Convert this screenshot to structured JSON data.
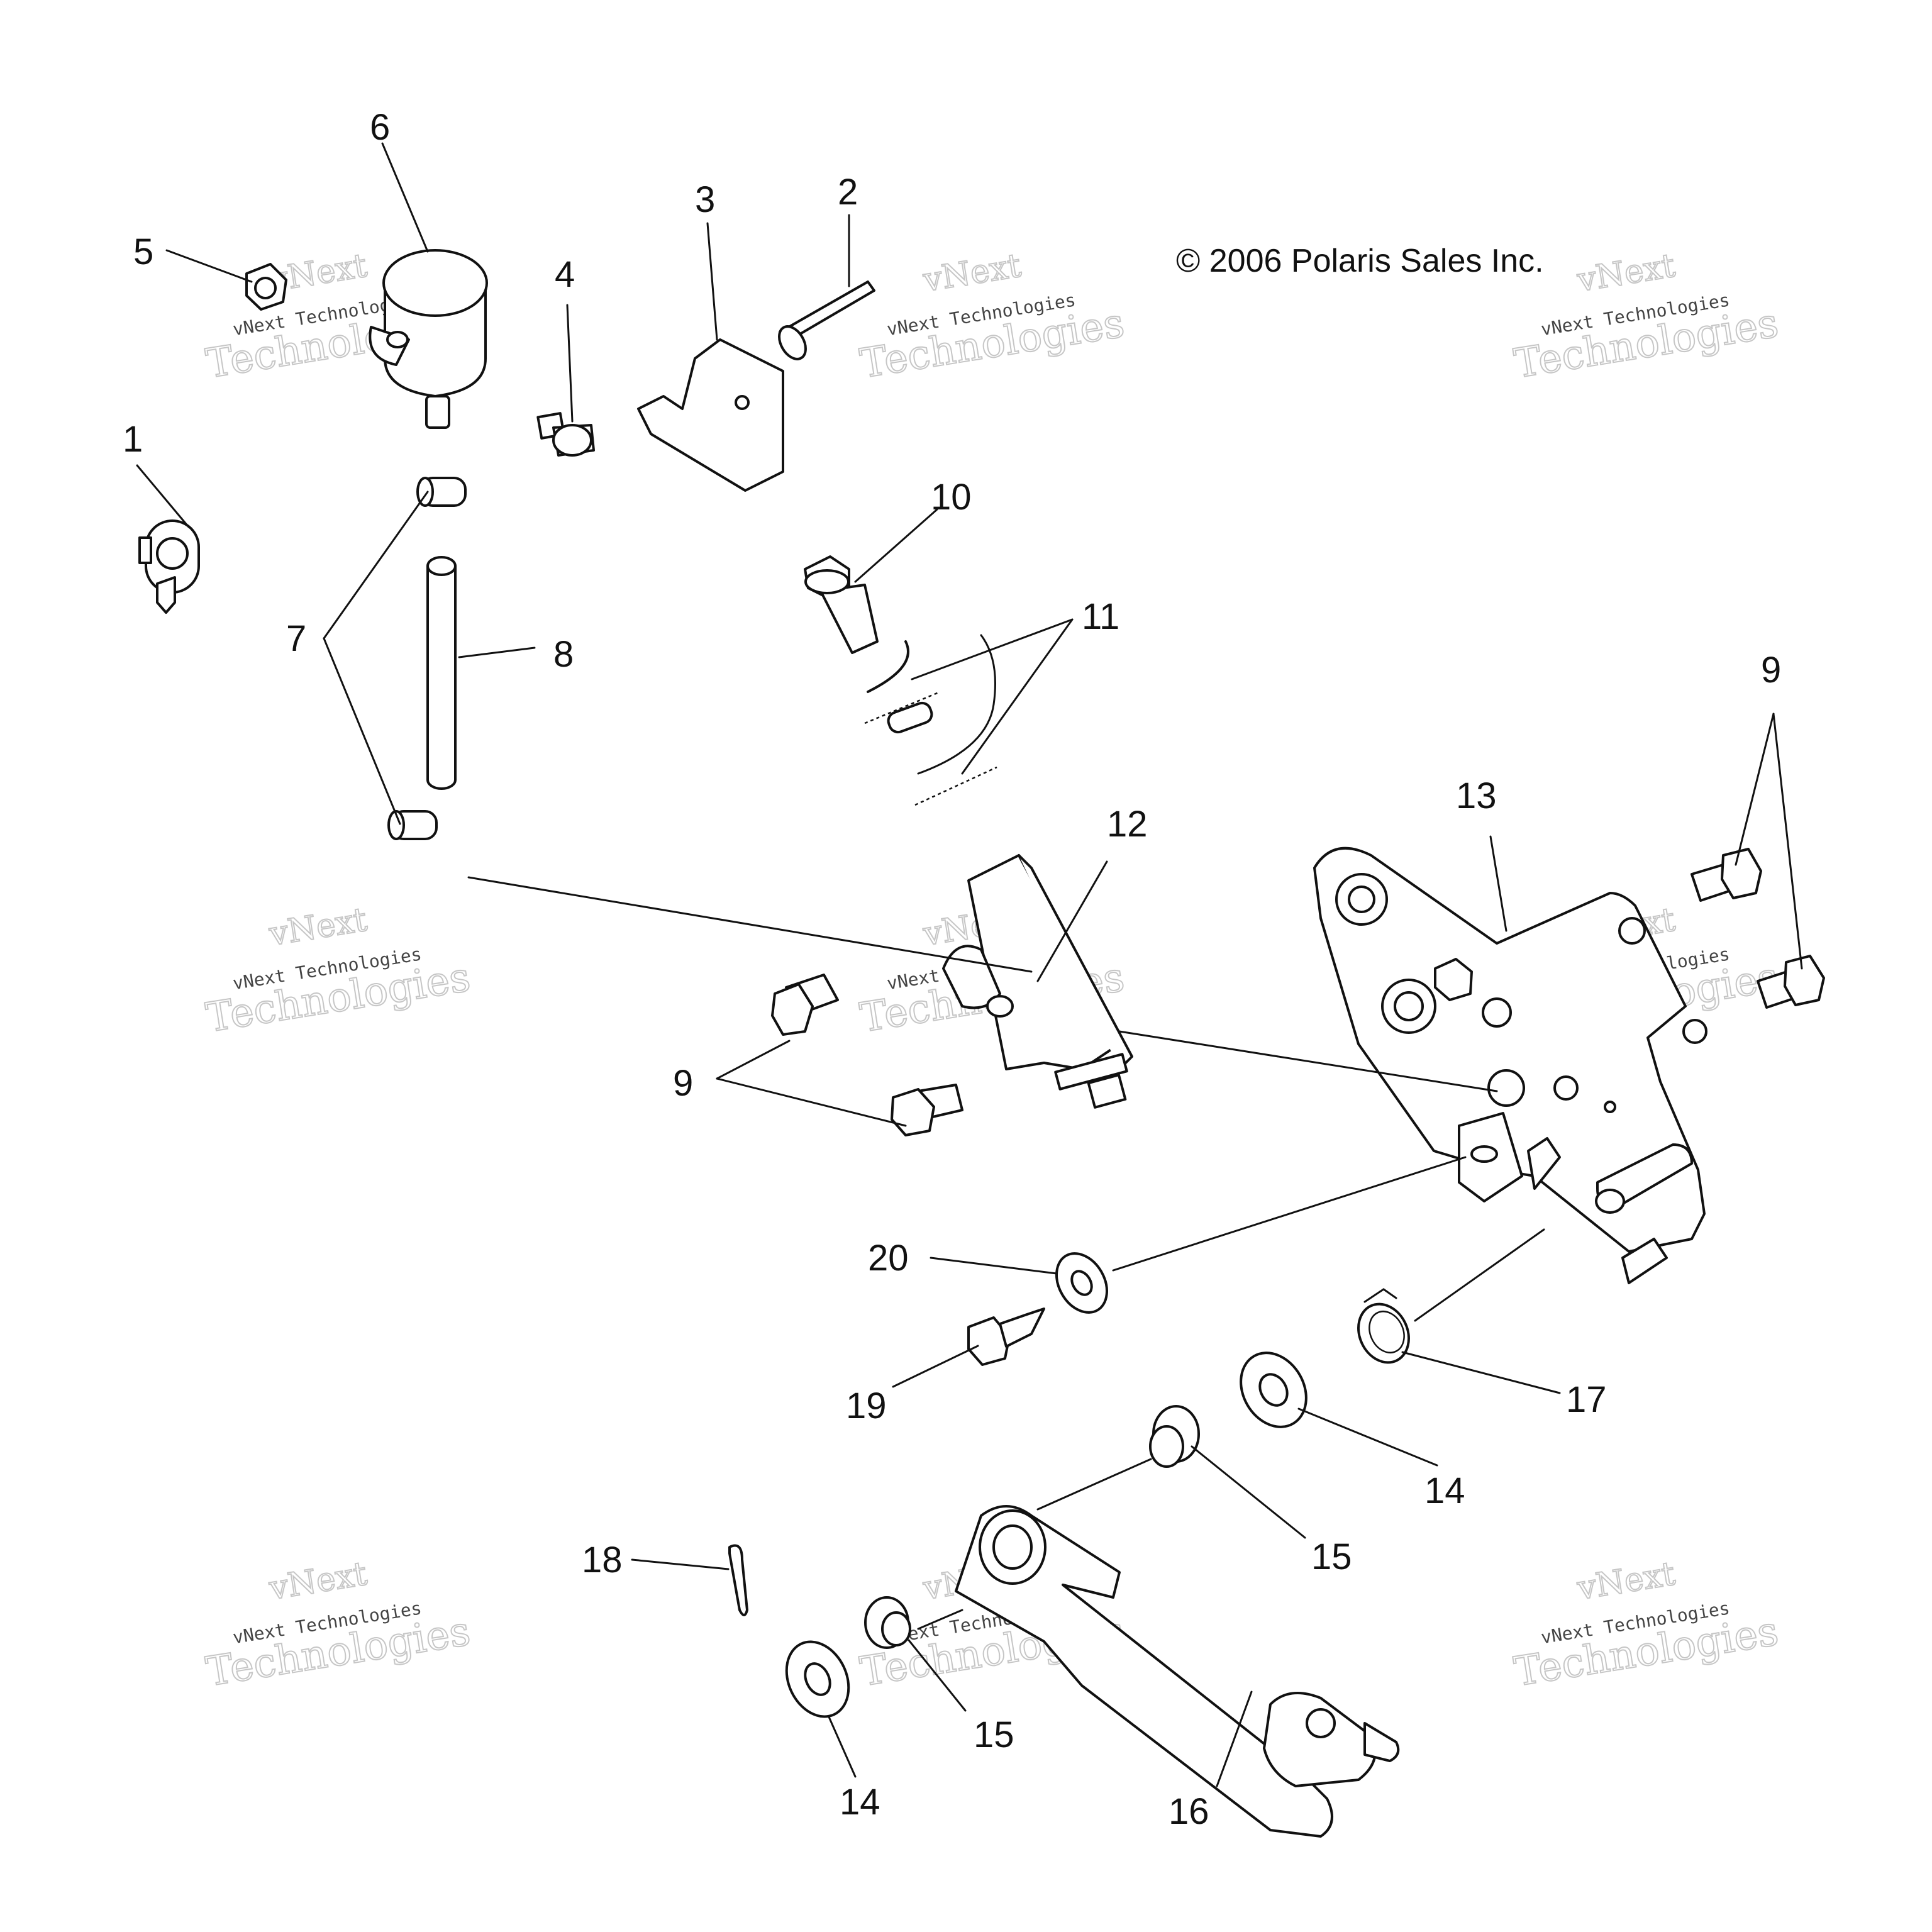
{
  "copyright": "© 2006 Polaris Sales Inc.",
  "watermark": {
    "brand_small": "vNext Technologies",
    "brand_large_1": "vNext",
    "brand_large_2": "Technologies"
  },
  "callouts": {
    "c1": "1",
    "c2": "2",
    "c3": "3",
    "c4": "4",
    "c5": "5",
    "c6": "6",
    "c7": "7",
    "c8": "8",
    "c9a": "9",
    "c9b": "9",
    "c10": "10",
    "c11": "11",
    "c12": "12",
    "c13": "13",
    "c14a": "14",
    "c14b": "14",
    "c15a": "15",
    "c15b": "15",
    "c16": "16",
    "c17": "17",
    "c18": "18",
    "c19": "19",
    "c20": "20"
  },
  "colors": {
    "ink": "#111111",
    "watermark": "#bdbdbd",
    "background": "#ffffff"
  }
}
